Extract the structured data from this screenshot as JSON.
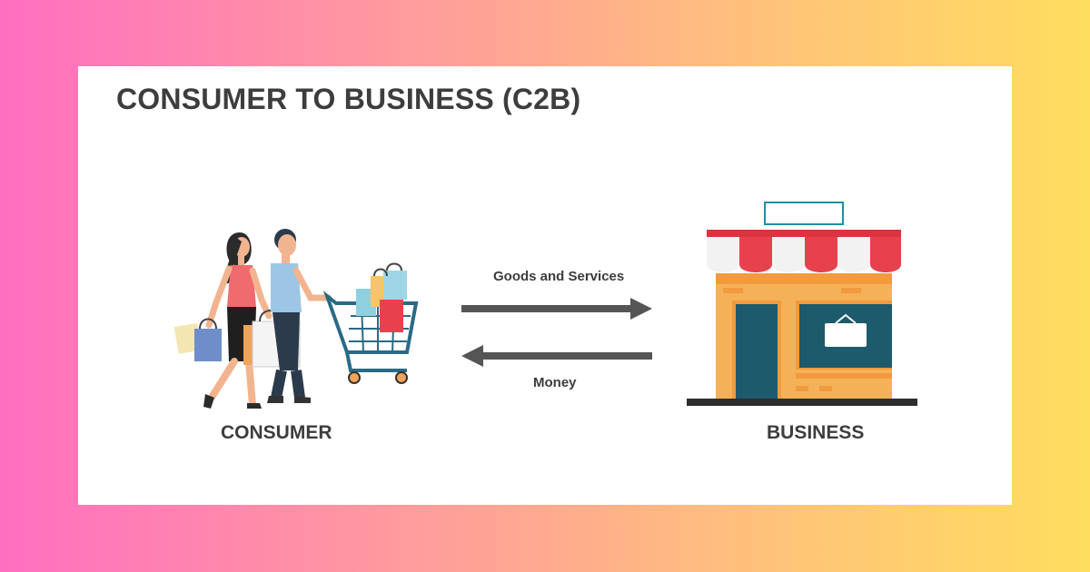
{
  "title": "CONSUMER TO BUSINESS (C2B)",
  "consumer": {
    "label": "CONSUMER",
    "icon": "shoppers-with-cart-icon"
  },
  "business": {
    "label": "BUSINESS",
    "icon": "storefront-icon"
  },
  "flows": [
    {
      "label": "Goods and Services",
      "direction": "consumer-to-business"
    },
    {
      "label": "Money",
      "direction": "business-to-consumer"
    }
  ],
  "colors": {
    "background_left": "#ff6fc0",
    "background_right": "#ffdd5e",
    "card": "#ffffff",
    "text": "#3d3d3d",
    "arrow": "#555555",
    "awning_red": "#e8414e",
    "store_orange": "#f5b158",
    "store_teal": "#1d5a6b"
  }
}
